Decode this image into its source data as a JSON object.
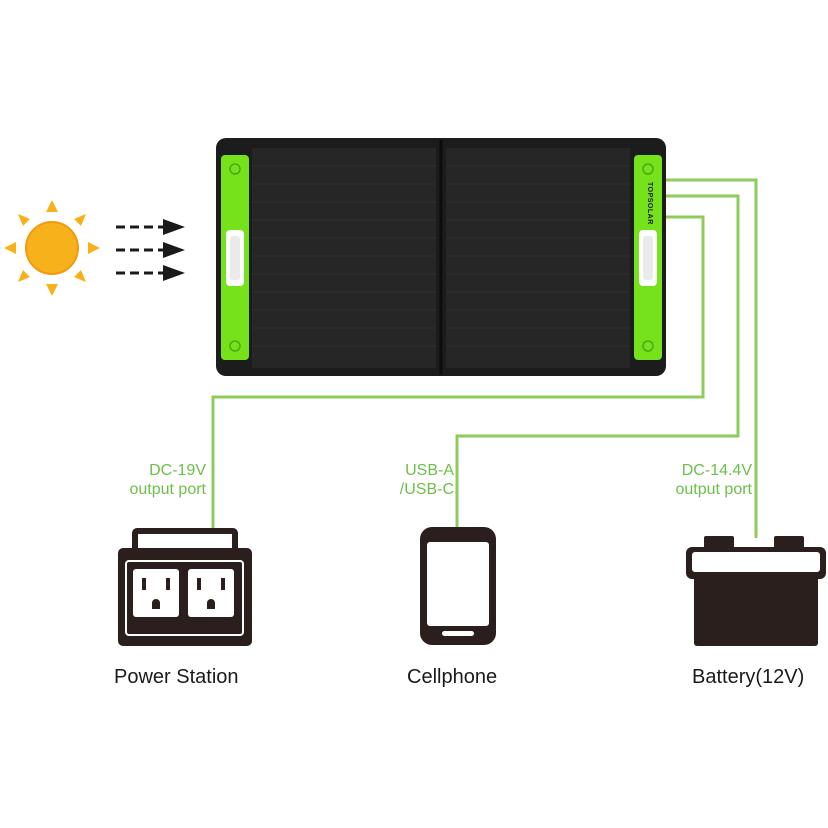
{
  "panel": {
    "brand": "TOPSOLAR"
  },
  "ports": {
    "dc19": {
      "line1": "DC-19V",
      "line2": "output port"
    },
    "usb": {
      "line1": "USB-A",
      "line2": "/USB-C"
    },
    "dc144": {
      "line1": "DC-14.4V",
      "line2": "output port"
    }
  },
  "devices": {
    "power_station": "Power Station",
    "cellphone": "Cellphone",
    "battery": "Battery(12V)"
  },
  "colors": {
    "cable": "#8ccc5c",
    "panel": "#1c1c1c",
    "panel_accent": "#76e21c",
    "sun": "#f7b21b",
    "device": "#2b1f1d"
  }
}
